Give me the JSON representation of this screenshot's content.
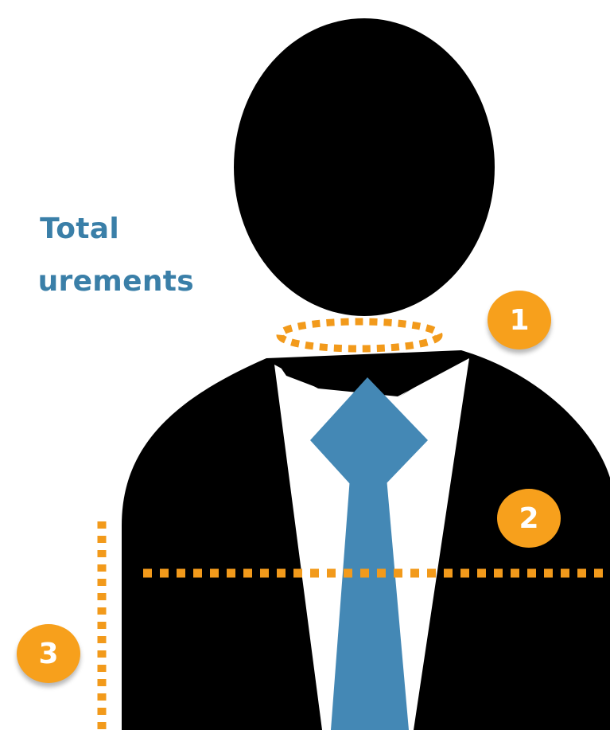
{
  "title": {
    "line1": "Total",
    "line2": "urements",
    "color": "#3a7fa8"
  },
  "badges": [
    {
      "label": "1"
    },
    {
      "label": "2"
    },
    {
      "label": "3"
    }
  ],
  "colors": {
    "figure": "#000000",
    "tie": "#4488b5",
    "shirt": "#ffffff",
    "measure": "#f29a1b",
    "badge": "#f7a01c",
    "background": "#ffffff"
  },
  "icons": {
    "figure": "person-in-suit-silhouette",
    "neck_measure": "dotted-ellipse",
    "chest_measure": "dotted-horizontal-line",
    "length_measure": "dotted-vertical-line"
  }
}
